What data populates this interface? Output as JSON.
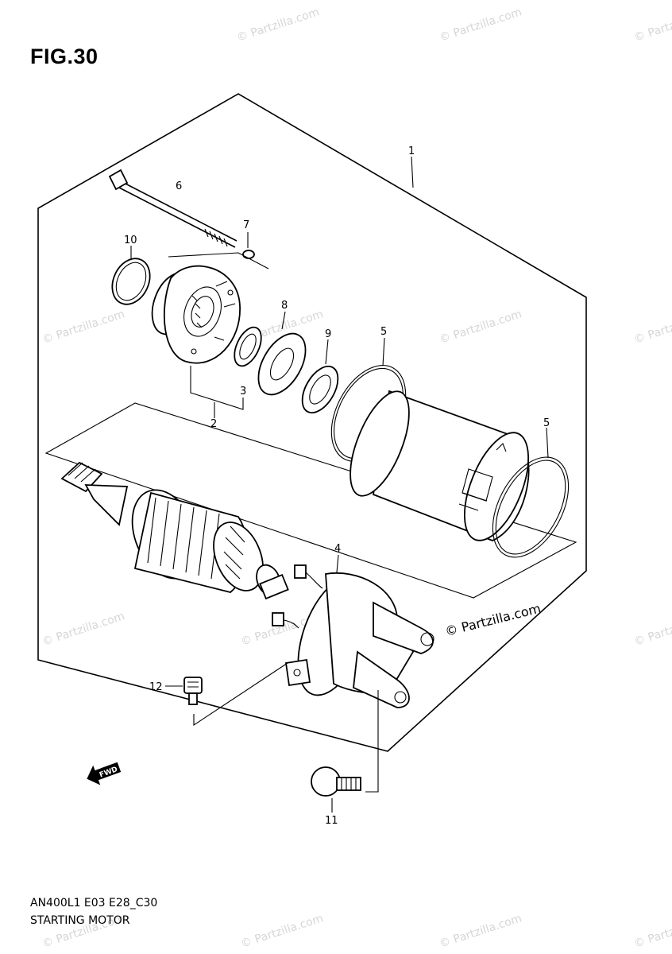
{
  "figure": {
    "title": "FIG.30",
    "code": "AN400L1 E03 E28_C30",
    "caption": "STARTING MOTOR"
  },
  "callouts": [
    "1",
    "2",
    "3",
    "4",
    "5",
    "5",
    "6",
    "7",
    "8",
    "9",
    "10",
    "11",
    "12"
  ],
  "direction_marker": "FWD",
  "watermark": {
    "main": "© Partzilla.com",
    "repeat": "© Partzilla.com"
  },
  "colors": {
    "line": "#000000",
    "watermark": "#d6d6d6",
    "background": "#ffffff"
  }
}
